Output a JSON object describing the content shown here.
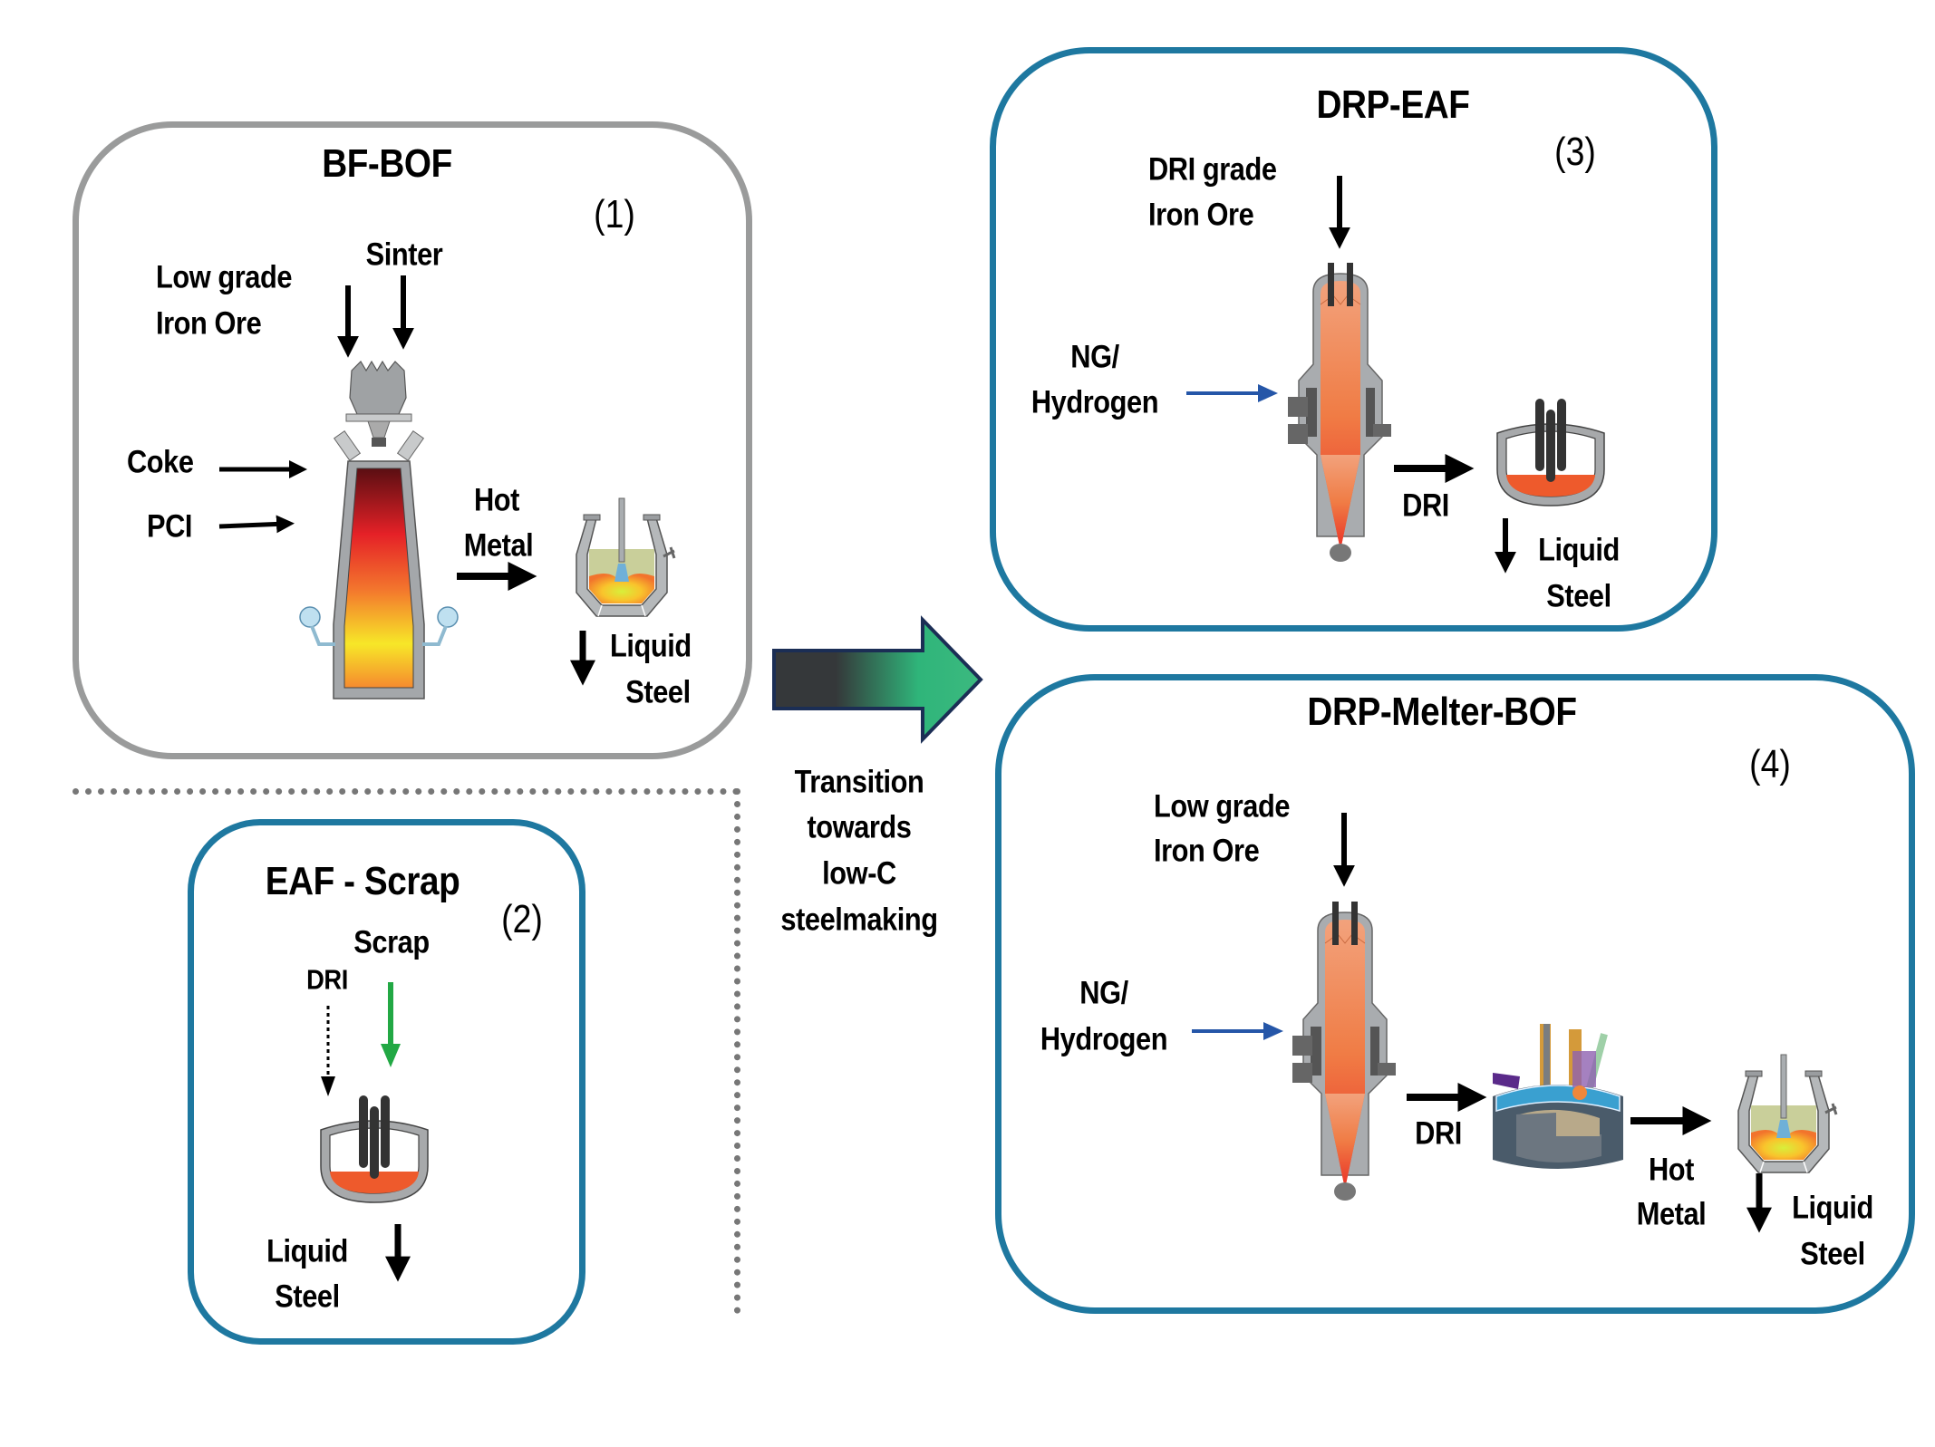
{
  "panels": {
    "bf_bof": {
      "title": "BF-BOF",
      "number": "(1)",
      "inputs": {
        "sinter": "Sinter",
        "ore_line1": "Low grade",
        "ore_line2": "Iron Ore",
        "coke": "Coke",
        "pci": "PCI"
      },
      "hot_metal_line1": "Hot",
      "hot_metal_line2": "Metal",
      "output_line1": "Liquid",
      "output_line2": "Steel",
      "border_color": "#9a9b9b"
    },
    "eaf_scrap": {
      "title": "EAF - Scrap",
      "number": "(2)",
      "scrap": "Scrap",
      "dri": "DRI",
      "output_line1": "Liquid",
      "output_line2": "Steel",
      "border_color": "#1e78a0",
      "scrap_arrow_color": "#22a844"
    },
    "drp_eaf": {
      "title": "DRP-EAF",
      "number": "(3)",
      "ore_line1": "DRI grade",
      "ore_line2": "Iron Ore",
      "gas_line1": "NG/",
      "gas_line2": "Hydrogen",
      "intermediate": "DRI",
      "output_line1": "Liquid",
      "output_line2": "Steel",
      "border_color": "#1e78a0",
      "gas_arrow_color": "#2556a8"
    },
    "drp_melter_bof": {
      "title": "DRP-Melter-BOF",
      "number": "(4)",
      "ore_line1": "Low grade",
      "ore_line2": "Iron Ore",
      "gas_line1": "NG/",
      "gas_line2": "Hydrogen",
      "intermediate": "DRI",
      "hot_metal_line1": "Hot",
      "hot_metal_line2": "Metal",
      "output_line1": "Liquid",
      "output_line2": "Steel",
      "border_color": "#1e78a0",
      "gas_arrow_color": "#2556a8"
    }
  },
  "transition": {
    "line1": "Transition",
    "line2": "towards",
    "line3": "low-C",
    "line4": "steelmaking",
    "arrow_start_color": "#35383a",
    "arrow_end_color": "#2fb57a"
  },
  "icons": {
    "blast_furnace": "blast-furnace-icon",
    "bof_converter": "bof-converter-icon",
    "shaft_furnace": "shaft-furnace-icon",
    "eaf": "electric-arc-furnace-icon",
    "melter": "smelter-melter-icon"
  }
}
